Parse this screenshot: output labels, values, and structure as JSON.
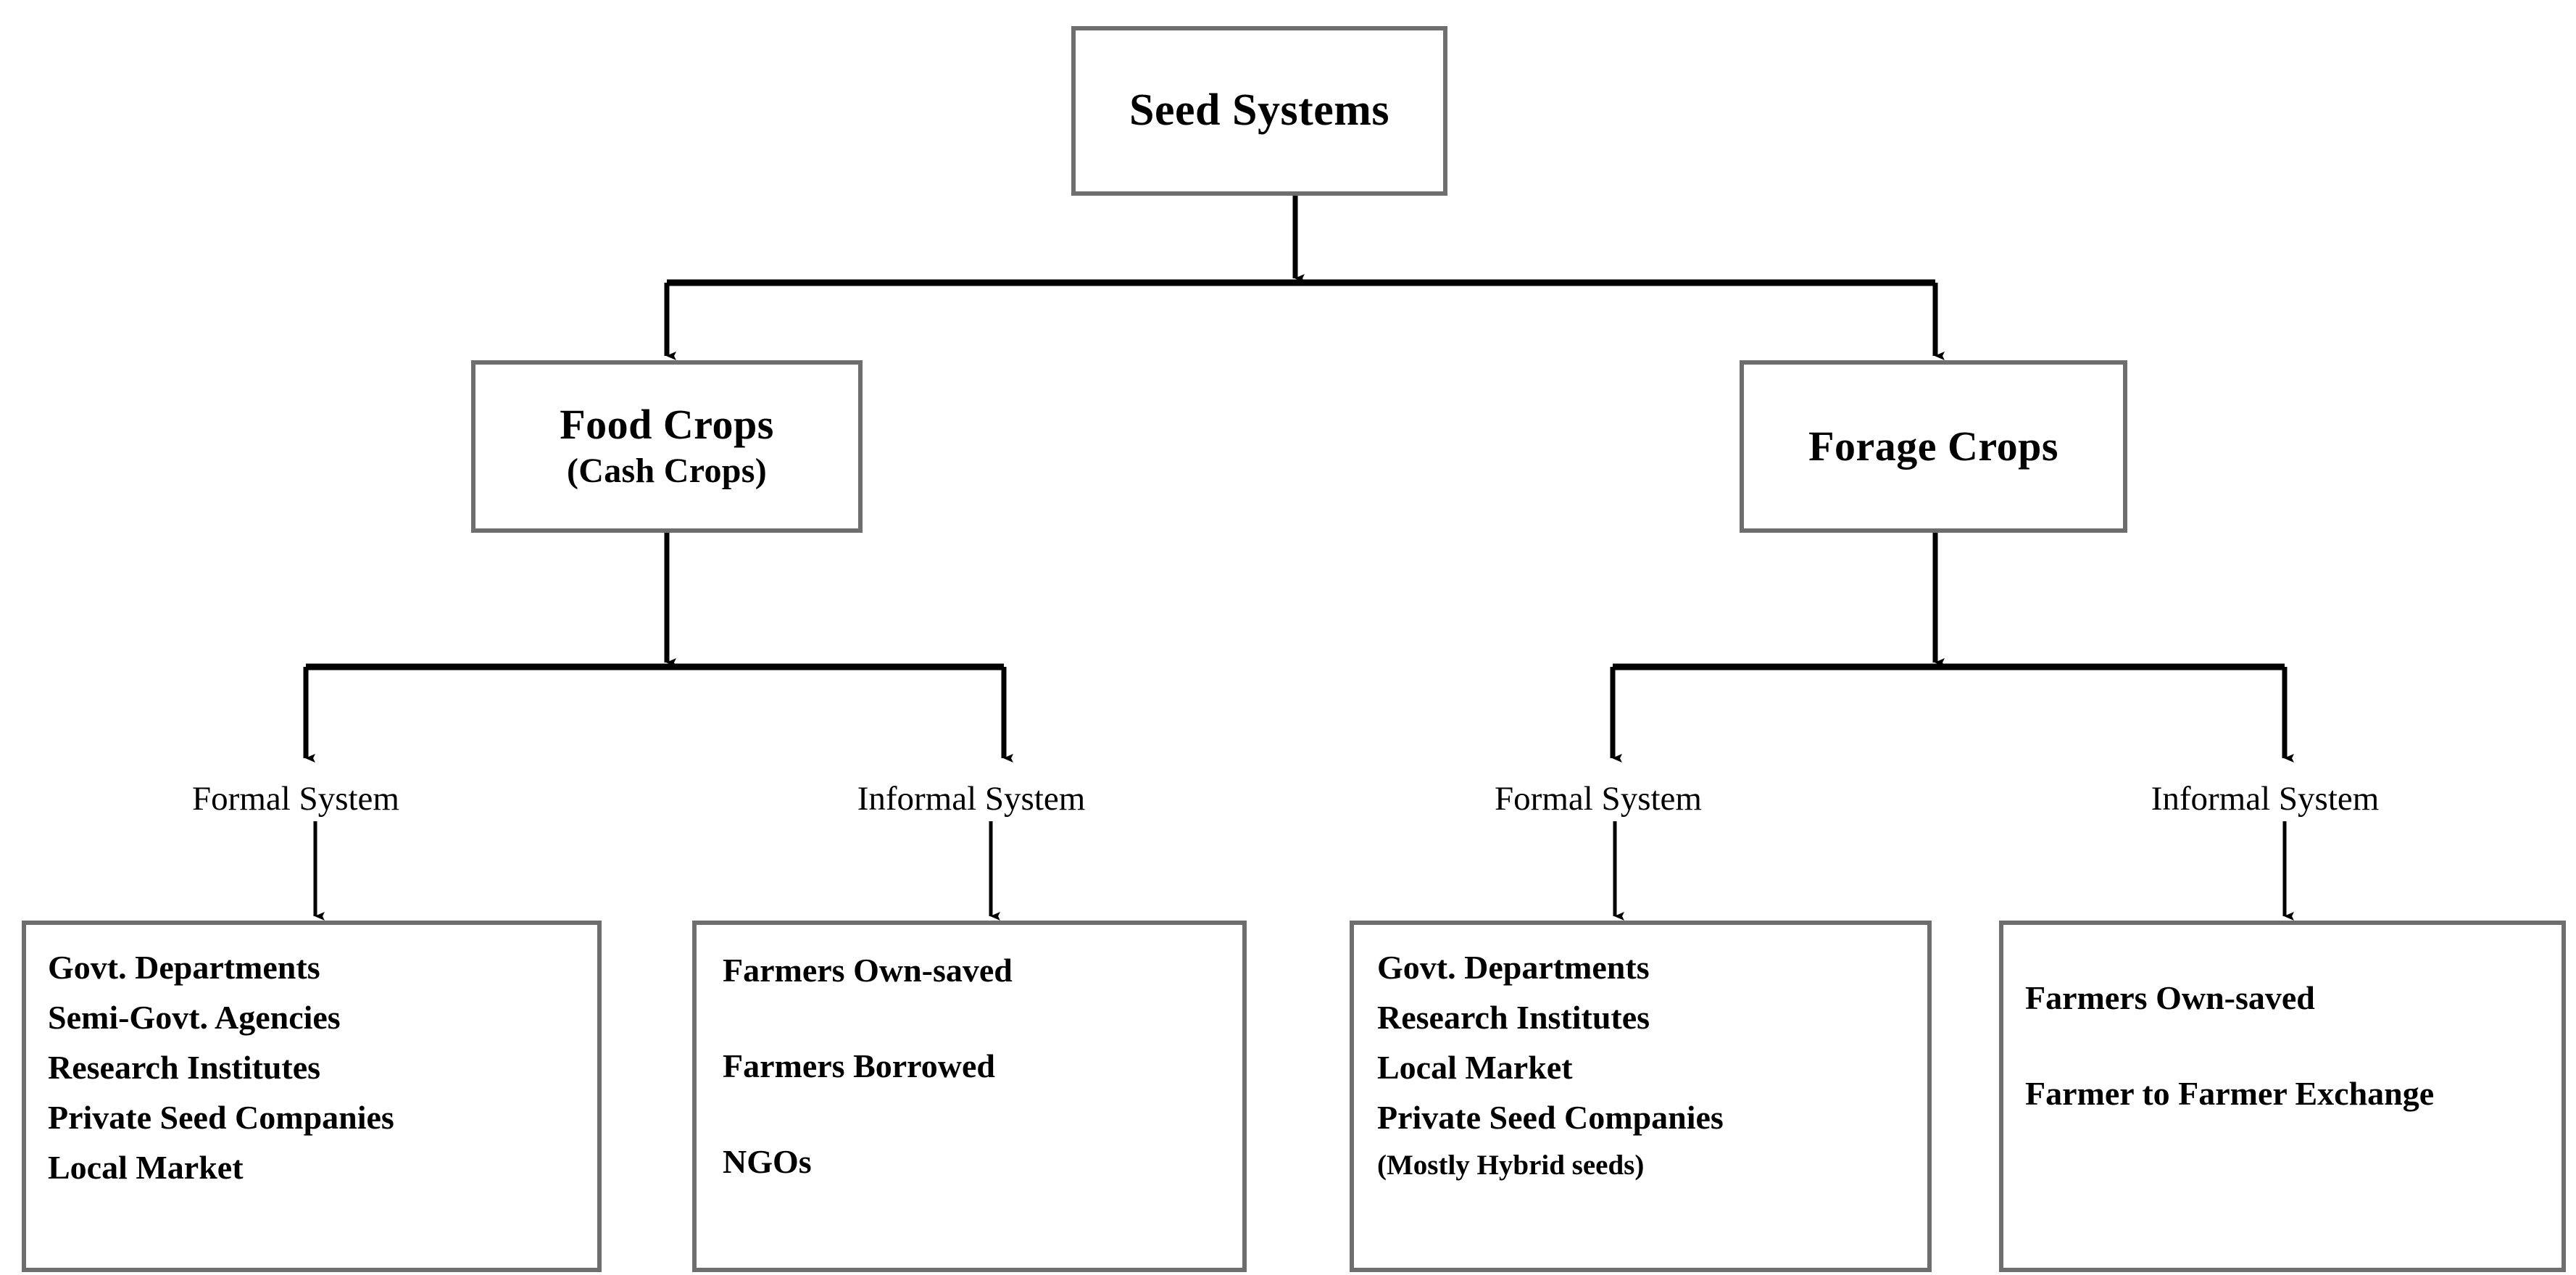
{
  "diagram": {
    "type": "hierarchical-tree-flowchart",
    "root": {
      "id": "seed-systems",
      "label": "Seed Systems"
    },
    "level2": [
      {
        "id": "food-crops",
        "label": "Food Crops",
        "sublabel": "(Cash Crops)"
      },
      {
        "id": "forage-crops",
        "label": "Forage Crops",
        "sublabel": ""
      }
    ],
    "branch_labels": {
      "formal": "Formal System",
      "informal": "Informal System"
    },
    "branches": [
      {
        "id": "food-formal",
        "parent": "food-crops",
        "label": "Formal System"
      },
      {
        "id": "food-informal",
        "parent": "food-crops",
        "label": "Informal System"
      },
      {
        "id": "forage-formal",
        "parent": "forage-crops",
        "label": "Formal System"
      },
      {
        "id": "forage-informal",
        "parent": "forage-crops",
        "label": "Informal System"
      }
    ],
    "leaf_boxes": [
      {
        "id": "food-formal-actors",
        "branch": "food-formal",
        "spacing": "tight",
        "items": [
          "Govt. Departments",
          "Semi-Govt. Agencies",
          "Research Institutes",
          "Private Seed Companies",
          "Local Market"
        ]
      },
      {
        "id": "food-informal-actors",
        "branch": "food-informal",
        "spacing": "loose",
        "items": [
          "Farmers Own-saved",
          "Farmers Borrowed",
          "NGOs"
        ]
      },
      {
        "id": "forage-formal-actors",
        "branch": "forage-formal",
        "spacing": "tight",
        "items": [
          "Govt. Departments",
          "Research Institutes",
          "Local Market",
          "Private Seed Companies",
          "(Mostly Hybrid seeds)"
        ]
      },
      {
        "id": "forage-informal-actors",
        "branch": "forage-informal",
        "spacing": "loose",
        "items": [
          "Farmers Own-saved",
          "Farmer to Farmer Exchange"
        ]
      }
    ],
    "colors": {
      "background": "#ffffff",
      "box_border": "#6e6e6e",
      "connector": "#000000",
      "text": "#000000"
    }
  }
}
